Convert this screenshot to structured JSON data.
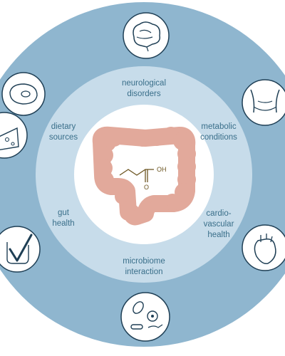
{
  "colors": {
    "outer_ring": "#8fb6cf",
    "middle_ring": "#c7dcea",
    "inner_circle": "#ffffff",
    "label_text": "#3a6f8a",
    "colon": "#e2a99b",
    "icon_stroke": "#1f3f55",
    "molecule": "#6b5420"
  },
  "molecule": {
    "label": "OH"
  },
  "labels": {
    "top": [
      "neurological",
      "disorders"
    ],
    "top_right": [
      "metabolic",
      "conditions"
    ],
    "bottom_right": [
      "cardio-",
      "vascular",
      "health"
    ],
    "bottom": [
      "microbiome",
      "interaction"
    ],
    "bottom_left": [
      "gut",
      "health"
    ],
    "top_left": [
      "dietary",
      "sources"
    ]
  },
  "icons": [
    {
      "name": "brain-icon"
    },
    {
      "name": "waist-icon"
    },
    {
      "name": "heart-icon"
    },
    {
      "name": "microbes-icon"
    },
    {
      "name": "gut-checkmark-icon"
    },
    {
      "name": "cheese-icon"
    },
    {
      "name": "steak-icon"
    }
  ]
}
